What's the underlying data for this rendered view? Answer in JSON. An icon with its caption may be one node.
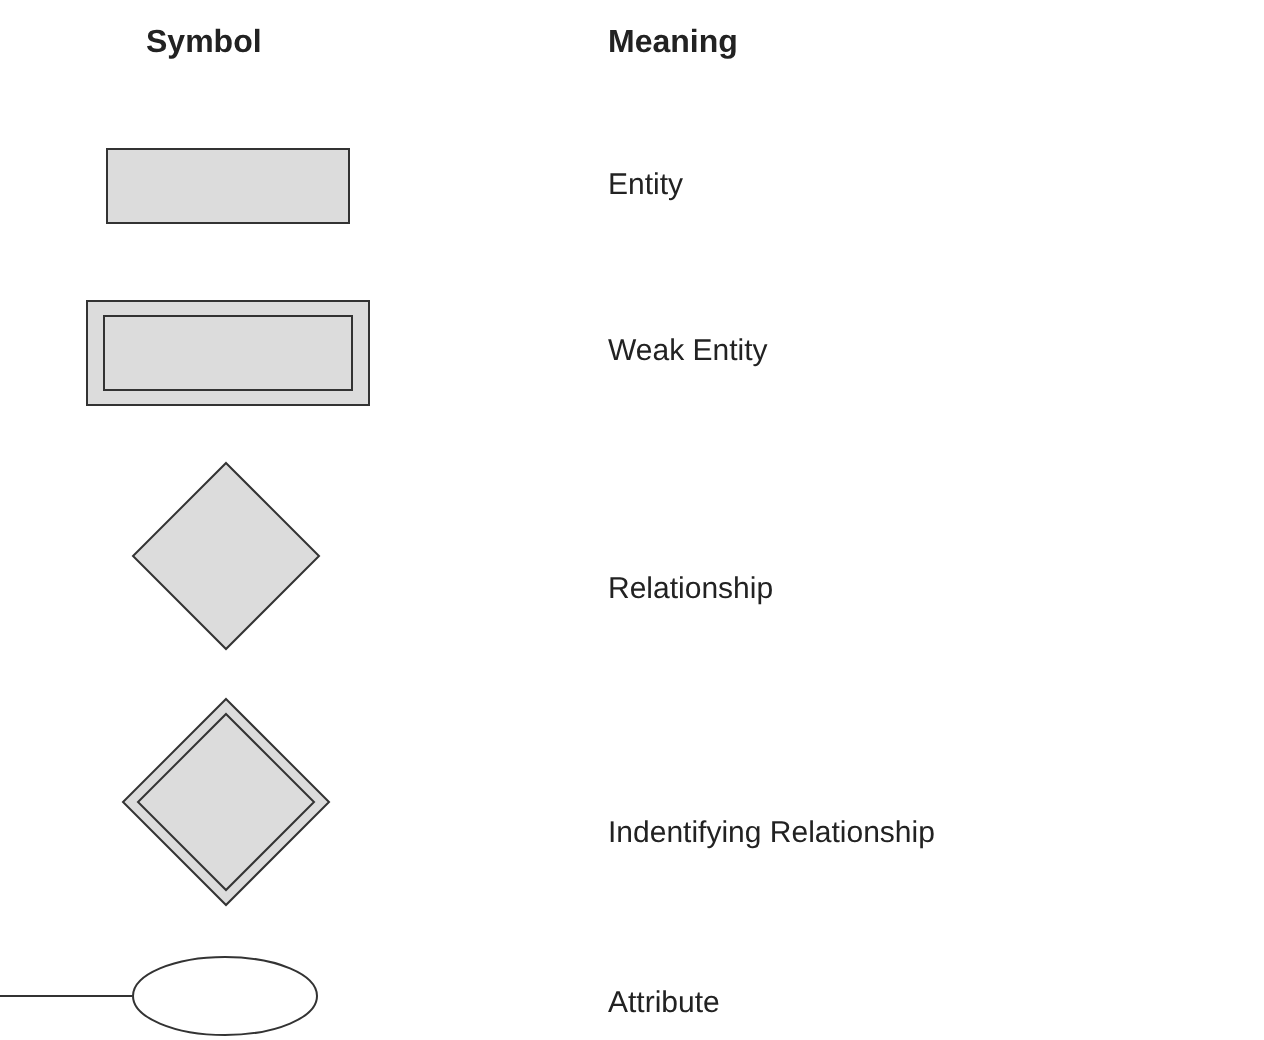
{
  "diagram": {
    "nodes": [
      {
        "text": [],
        "shape": "box"
      },
      {
        "text": [],
        "shape": "double-box"
      },
      {
        "text": [],
        "shape": "diamond"
      },
      {
        "text": [],
        "shape": "double-diamond"
      },
      {
        "text": [],
        "shape": "ellipse"
      }
    ],
    "edges": [
      {
        "from": null,
        "to": 4,
        "arrow": "none"
      }
    ],
    "labels": [
      "Symbol",
      "Meaning",
      "Entity",
      "Weak Entity",
      "Relationship",
      "Indentifying Relationship",
      "Attribute"
    ]
  }
}
